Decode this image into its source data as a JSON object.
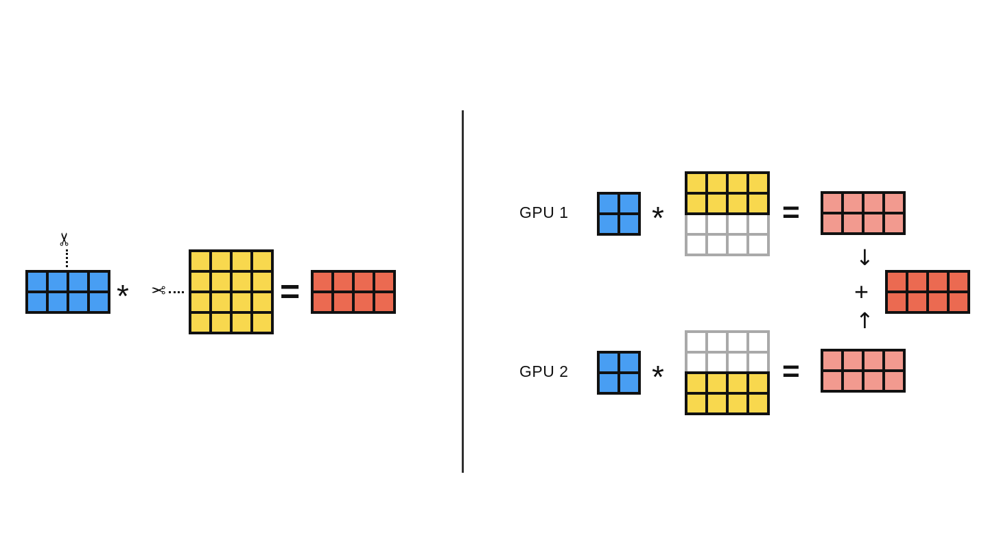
{
  "labels": {
    "gpu1": "GPU 1",
    "gpu2": "GPU 2"
  },
  "operators": {
    "multiply": "*",
    "equals": "=",
    "plus": "+"
  },
  "arrows": {
    "down": "↓",
    "up": "↑"
  },
  "icons": {
    "scissors": "✂"
  },
  "colors": {
    "input_blue": "#489ef3",
    "weight_yellow": "#f8d84e",
    "output_red": "#eb6a51",
    "partial_pink": "#f29a8f",
    "grid_black": "#111111",
    "empty_gray_border": "#a9a9a9",
    "empty_white": "#ffffff",
    "divider": "#2f2f2f"
  },
  "matrices": {
    "left_input": {
      "rows": 2,
      "cols": 4,
      "fill": "#489ef3",
      "border": "#111111"
    },
    "left_weight": {
      "rows": 4,
      "cols": 4,
      "fill": "#f8d84e",
      "border": "#111111"
    },
    "left_output": {
      "rows": 2,
      "cols": 4,
      "fill": "#eb6a51",
      "border": "#111111"
    },
    "gpu1_input": {
      "rows": 2,
      "cols": 2,
      "fill": "#489ef3",
      "border": "#111111"
    },
    "gpu1_weight_active": {
      "rows": 2,
      "cols": 4,
      "fill": "#f8d84e",
      "border": "#111111"
    },
    "gpu1_weight_empty": {
      "rows": 2,
      "cols": 4,
      "fill": "#ffffff",
      "border": "#a9a9a9"
    },
    "gpu1_partial": {
      "rows": 2,
      "cols": 4,
      "fill": "#f29a8f",
      "border": "#111111"
    },
    "gpu2_input": {
      "rows": 2,
      "cols": 2,
      "fill": "#489ef3",
      "border": "#111111"
    },
    "gpu2_weight_empty": {
      "rows": 2,
      "cols": 4,
      "fill": "#ffffff",
      "border": "#a9a9a9"
    },
    "gpu2_weight_active": {
      "rows": 2,
      "cols": 4,
      "fill": "#f8d84e",
      "border": "#111111"
    },
    "gpu2_partial": {
      "rows": 2,
      "cols": 4,
      "fill": "#f29a8f",
      "border": "#111111"
    },
    "final_output": {
      "rows": 2,
      "cols": 4,
      "fill": "#eb6a51",
      "border": "#111111"
    }
  }
}
